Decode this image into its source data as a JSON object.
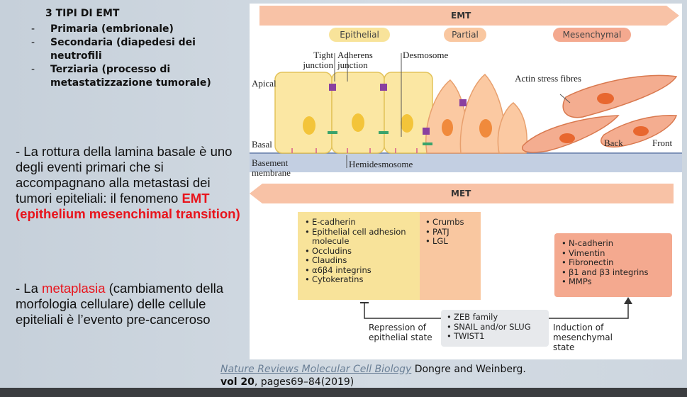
{
  "left": {
    "title": "3 TIPI DI EMT",
    "types": [
      {
        "dash": "-",
        "text": "Primaria (embrionale)"
      },
      {
        "dash": "-",
        "text": "Secondaria (diapedesi dei neutrofili"
      },
      {
        "dash": "-",
        "text": "Terziaria (processo di metastatizzazione tumorale)"
      }
    ],
    "para1_start": "- La rottura della lamina basale è uno degli eventi primari che si accompagnano alla metastasi dei tumori epiteliali: il fenomeno ",
    "para1_red": "EMT (epithelium mesenchimal transition)",
    "para2_start": "- La ",
    "para2_red": "metaplasia",
    "para2_end": " (cambiamento della morfologia cellulare) delle cellule epiteliali è l’evento pre-canceroso"
  },
  "citation": {
    "journal": "Nature Reviews Molecular Cell Biology",
    "authors": " Dongre and Weinberg.",
    "volume": "vol 20",
    "pages": ", pages69–84(2019)"
  },
  "figure": {
    "emt_label": "EMT",
    "met_label": "MET",
    "stages": [
      "Epithelial",
      "Partial",
      "Mesenchymal"
    ],
    "labels": {
      "tight_junction": "Tight junction",
      "adherens_junction": "Adherens junction",
      "desmosome": "Desmosome",
      "actin_stress_fibres": "Actin stress fibres",
      "apical": "Apical",
      "basal": "Basal",
      "back": "Back",
      "front": "Front",
      "basement_membrane": "Basement membrane",
      "hemidesmosome": "Hemidesmosome"
    },
    "epithelial_markers": [
      "E-cadherin",
      "Epithelial cell adhesion",
      "molecule",
      "Occludins",
      "Claudins",
      "α6β4 integrins",
      "Cytokeratins"
    ],
    "polarity_markers": [
      "Crumbs",
      "PATJ",
      "LGL"
    ],
    "mesenchymal_markers": [
      "N-cadherin",
      "Vimentin",
      "Fibronectin",
      "β1 and β3 integrins",
      "MMPs"
    ],
    "transcription_factors": [
      "ZEB family",
      "SNAIL and/or SLUG",
      "TWIST1"
    ],
    "repression_label": "Repression of epithelial state",
    "induction_label": "Induction of mesenchymal state",
    "colors": {
      "epithelial": "#f8e39a",
      "partial": "#f9c7a0",
      "mesenchymal": "#f4a98f",
      "emt_arrow": "#f6b99d",
      "membrane": "#b9c6dc"
    }
  }
}
